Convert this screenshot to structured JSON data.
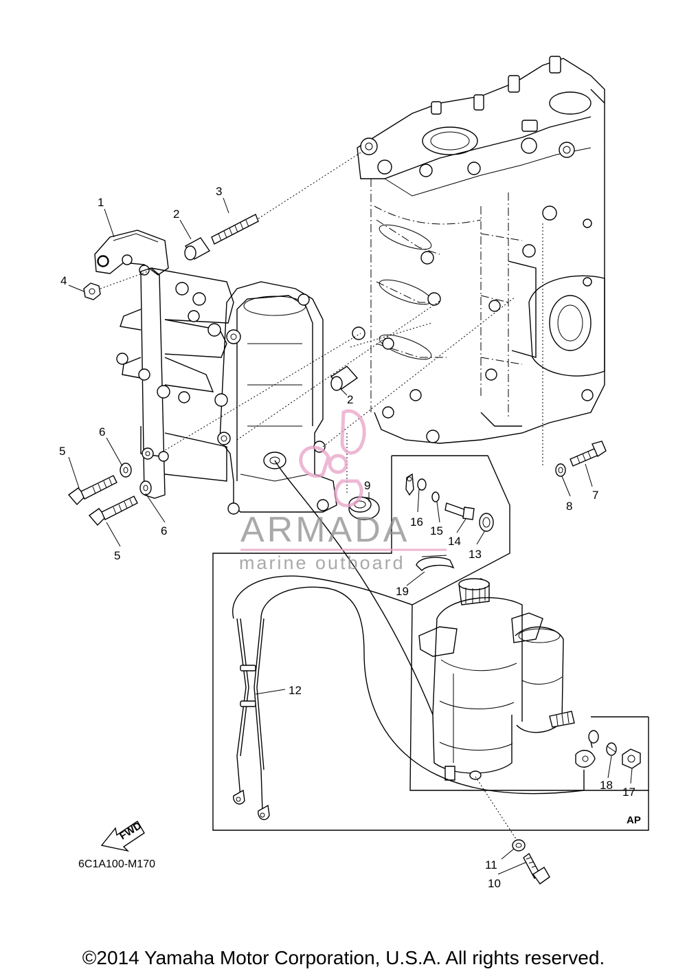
{
  "diagram_code": "6C1A100-M170",
  "copyright": "©2014 Yamaha Motor Corporation, U.S.A. All rights reserved.",
  "fwd_label": "FWD",
  "ap_label": "AP",
  "watermark": {
    "brand": "ARMADA",
    "tagline": "marine outboard"
  },
  "colors": {
    "line": "#000000",
    "watermark_logo": "#e8a2c6",
    "watermark_text": "#8c8c8c"
  },
  "callouts": [
    {
      "id": "1",
      "text": "1"
    },
    {
      "id": "2a",
      "text": "2"
    },
    {
      "id": "2b",
      "text": "2"
    },
    {
      "id": "3",
      "text": "3"
    },
    {
      "id": "4",
      "text": "4"
    },
    {
      "id": "5a",
      "text": "5"
    },
    {
      "id": "5b",
      "text": "5"
    },
    {
      "id": "6a",
      "text": "6"
    },
    {
      "id": "6b",
      "text": "6"
    },
    {
      "id": "7",
      "text": "7"
    },
    {
      "id": "8",
      "text": "8"
    },
    {
      "id": "9",
      "text": "9"
    },
    {
      "id": "10",
      "text": "10"
    },
    {
      "id": "11",
      "text": "11"
    },
    {
      "id": "12",
      "text": "12"
    },
    {
      "id": "13",
      "text": "13"
    },
    {
      "id": "14",
      "text": "14"
    },
    {
      "id": "15",
      "text": "15"
    },
    {
      "id": "16",
      "text": "16"
    },
    {
      "id": "17",
      "text": "17"
    },
    {
      "id": "18",
      "text": "18"
    },
    {
      "id": "19",
      "text": "19"
    }
  ]
}
